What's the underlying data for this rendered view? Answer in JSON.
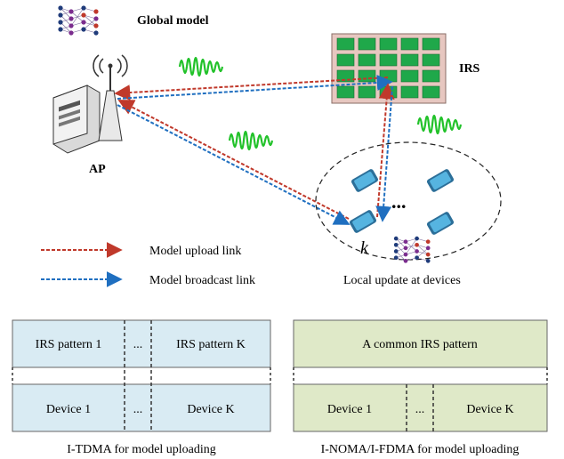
{
  "top": {
    "global_model_label": "Global model",
    "irs_label": "IRS",
    "ap_label": "AP",
    "device_k_label": "k",
    "ellipsis": "...",
    "local_update_label": "Local update at devices"
  },
  "legend": {
    "upload": {
      "label": "Model upload link",
      "color": "#c0392b"
    },
    "broadcast": {
      "label": "Model broadcast link",
      "color": "#1f6fc0"
    }
  },
  "tdma": {
    "top_row": [
      "IRS pattern 1",
      "...",
      "IRS pattern K"
    ],
    "bottom_row": [
      "Device 1",
      "...",
      "Device K"
    ],
    "caption": "I-TDMA for model uploading",
    "fill": "#d9ebf3"
  },
  "noma": {
    "top_row": [
      "A common IRS pattern"
    ],
    "bottom_row": [
      "Device 1",
      "...",
      "Device K"
    ],
    "caption": "I-NOMA/I-FDMA for model uploading",
    "fill": "#dfe9c8"
  },
  "colors": {
    "irs_frame": "#e7c7c0",
    "irs_element": "#1fa84a",
    "signal_wave": "#22c22a",
    "phone": "#3b8fbf",
    "nn_node_colors": [
      "#1f3b7a",
      "#7b2d8e",
      "#c0392b"
    ]
  },
  "icons": [
    "neural-network-icon",
    "access-point-icon",
    "phone-icon",
    "signal-wave-icon",
    "antenna-icon"
  ]
}
